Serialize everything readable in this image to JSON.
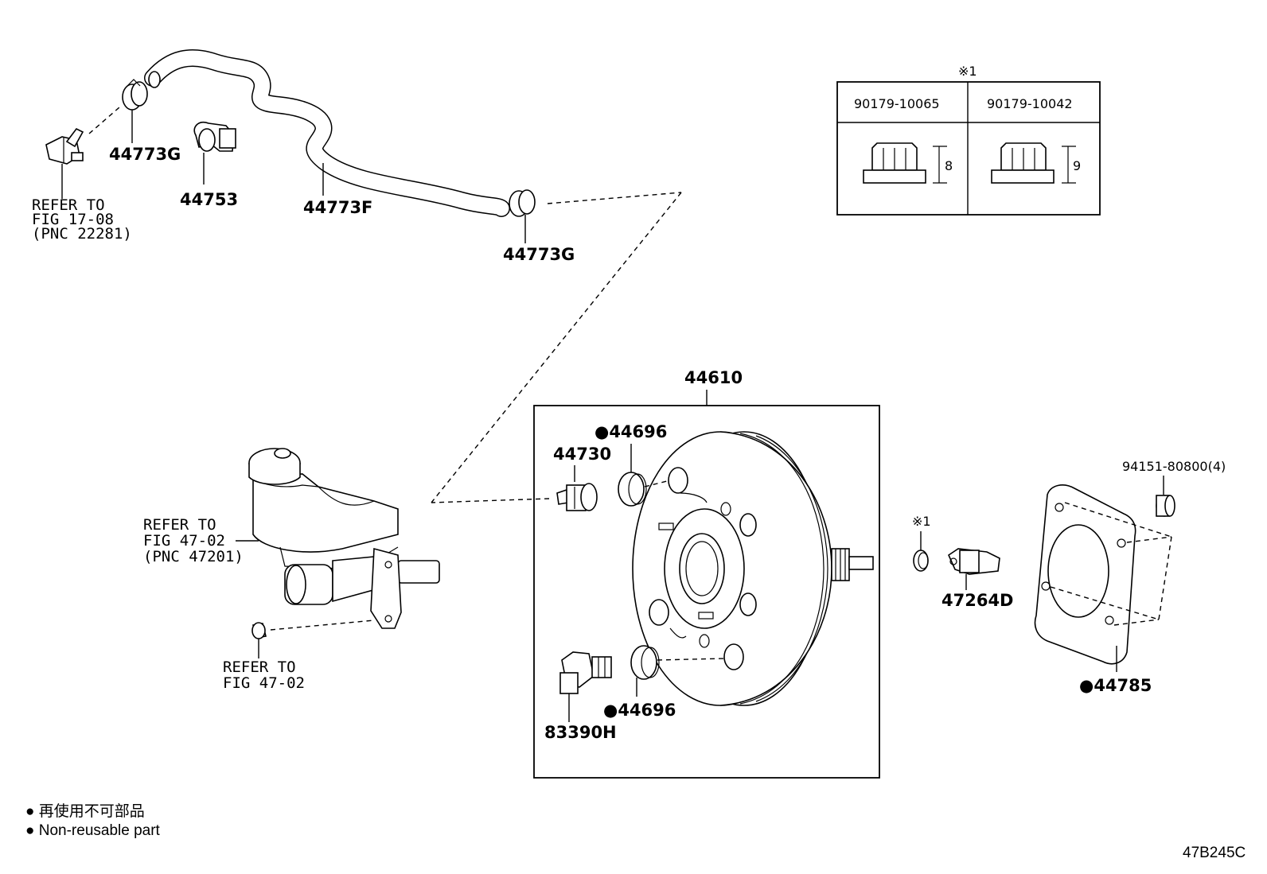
{
  "labels": {
    "p44773g_top": "44773G",
    "p44753": "44753",
    "p44773f": "44773F",
    "p44773g_right": "44773G",
    "refer_fuel_1": "REFER TO",
    "refer_fuel_2": "FIG 17-08",
    "refer_fuel_3": "(PNC 22281)",
    "p44610": "44610",
    "p44696_top": "●44696",
    "p44730": "44730",
    "p83390h": "83390H",
    "p44696_bottom": "●44696",
    "refer_mc_1": "REFER TO",
    "refer_mc_2": "FIG 47-02",
    "refer_mc_3": "(PNC 47201)",
    "refer_cap_1": "REFER TO",
    "refer_cap_2": "FIG 47-02",
    "note_ref_box": "※1",
    "note_ref_nut": "※1",
    "p47264d": "47264D",
    "p94151": "94151-80800(4)",
    "p44785": "●44785"
  },
  "nut_table": {
    "col1_pn": "90179-10065",
    "col2_pn": "90179-10042",
    "col1_dim": "8",
    "col2_dim": "9"
  },
  "legend": {
    "line1": "● 再使用不可部品",
    "line2": "● Non-reusable part"
  },
  "figure_code": "47B245C"
}
